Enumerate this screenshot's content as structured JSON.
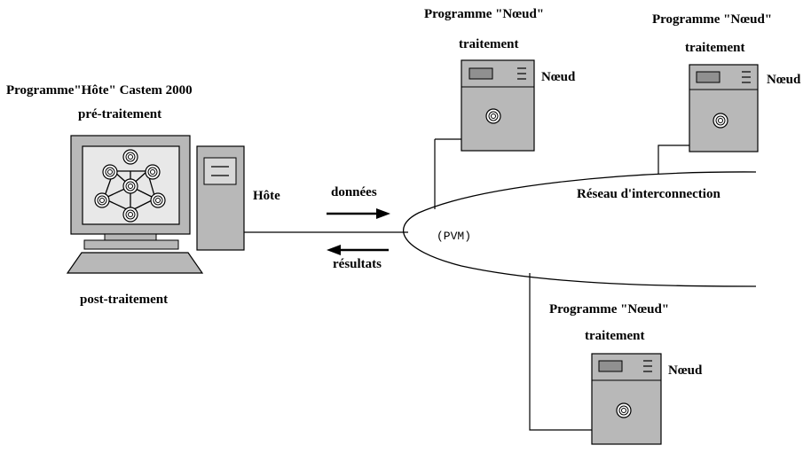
{
  "host": {
    "title": "Programme\"Hôte\" Castem 2000",
    "pre": "pré-traitement",
    "post": "post-traitement",
    "label": "Hôte"
  },
  "flows": {
    "data": "données",
    "results": "résultats"
  },
  "network": {
    "label": "Réseau d'interconnection",
    "pvm": "(PVM)"
  },
  "nodes": [
    {
      "program": "Programme \"Nœud\"",
      "task": "traitement",
      "label": "Nœud"
    },
    {
      "program": "Programme \"Nœud\"",
      "task": "traitement",
      "label": "Nœud"
    },
    {
      "program": "Programme \"Nœud\"",
      "task": "traitement",
      "label": "Nœud"
    }
  ],
  "colors": {
    "case": "#b8b8b8",
    "screen": "#e8e8e8",
    "line": "#000000"
  }
}
